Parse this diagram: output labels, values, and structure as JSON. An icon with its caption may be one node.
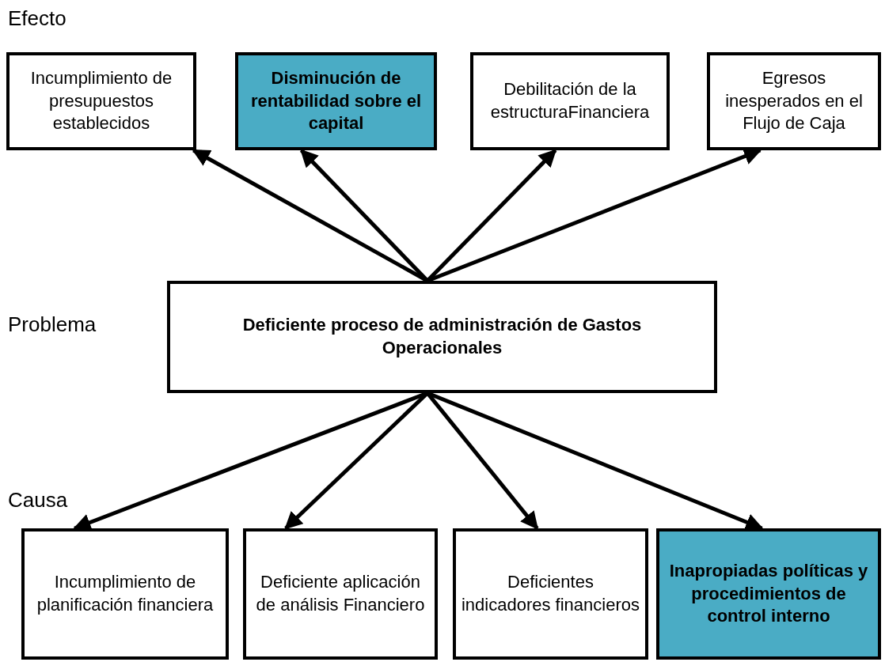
{
  "diagram": {
    "nodes": [
      {
        "text": [
          "Incumplimiento de presupuestos establecidos"
        ]
      },
      {
        "text": [
          "Disminución de rentabilidad sobre el capital"
        ]
      },
      {
        "text": [
          "Debilitación de la estructuraFinanciera"
        ]
      },
      {
        "text": [
          "Egresos inesperados en el Flujo de Caja"
        ]
      },
      {
        "text": [
          "Deficiente proceso de administración de Gastos Operacionales"
        ]
      },
      {
        "text": [
          "Incumplimiento de planificación financiera"
        ]
      },
      {
        "text": [
          "Deficiente aplicación de análisis  Financiero"
        ]
      },
      {
        "text": [
          "Deficientes indicadores financieros"
        ]
      },
      {
        "text": [
          "Inapropiadas políticas y procedimientos de control interno"
        ]
      }
    ],
    "edges": [
      {
        "from": 4,
        "to": 0,
        "arrow": "to"
      },
      {
        "from": 4,
        "to": 1,
        "arrow": "to"
      },
      {
        "from": 4,
        "to": 2,
        "arrow": "to"
      },
      {
        "from": 4,
        "to": 3,
        "arrow": "to"
      },
      {
        "from": 4,
        "to": 5,
        "arrow": "to"
      },
      {
        "from": 4,
        "to": 6,
        "arrow": "to"
      },
      {
        "from": 4,
        "to": 7,
        "arrow": "to"
      },
      {
        "from": 4,
        "to": 8,
        "arrow": "to"
      }
    ],
    "labels": [
      "Efecto",
      "Problema",
      "Causa"
    ]
  }
}
